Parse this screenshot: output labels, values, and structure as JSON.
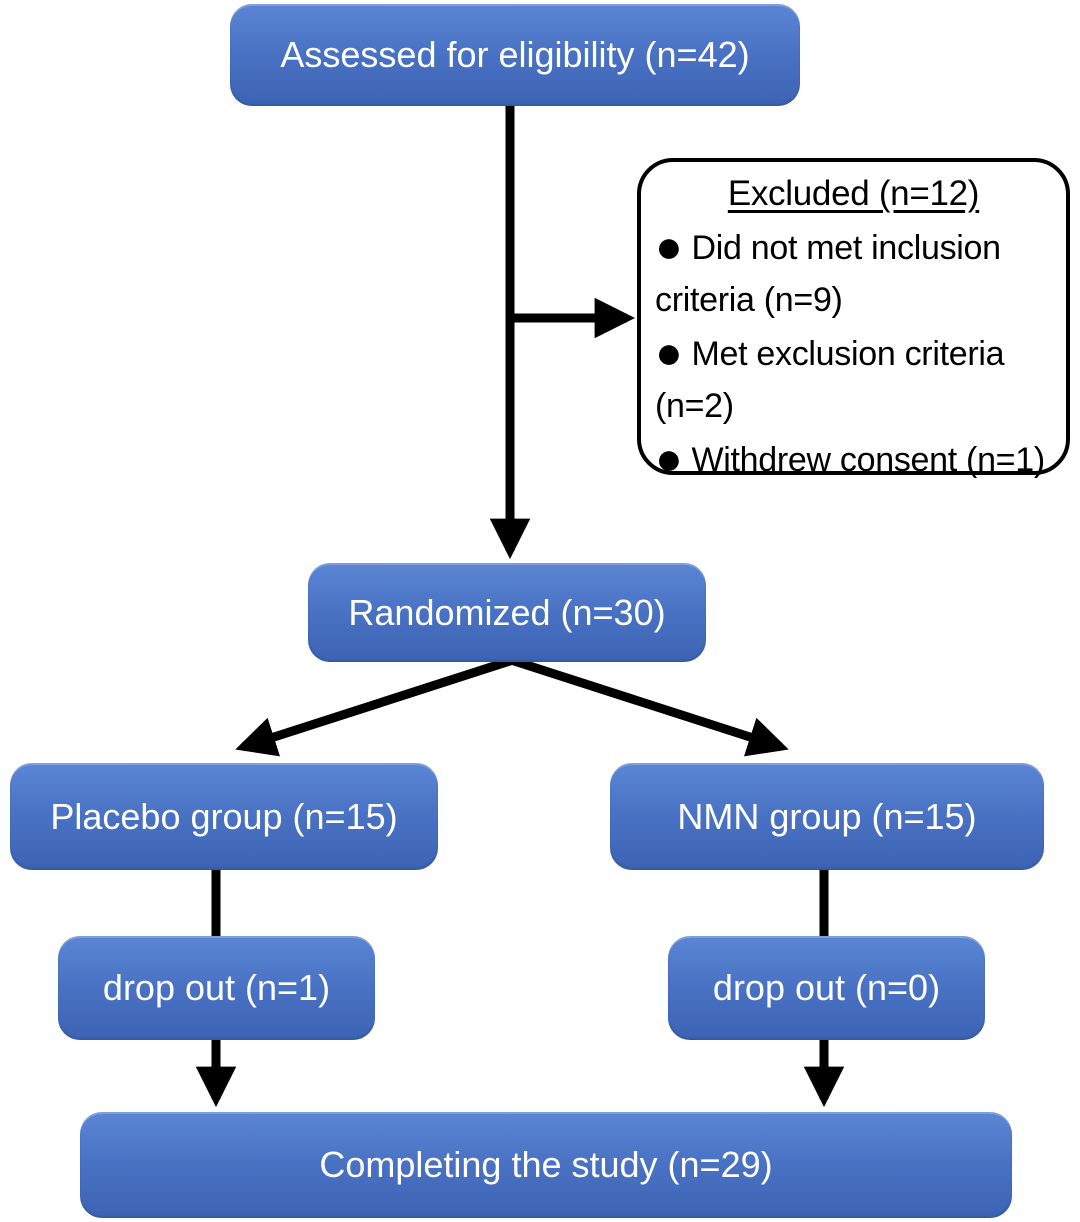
{
  "icons": {
    "bullet": "●"
  },
  "colors": {
    "background": "#ffffff",
    "node_fill_top": "#5b86d4",
    "node_fill_mid": "#4a72c4",
    "node_fill_bottom": "#3c63b3",
    "node_text": "#ffffff",
    "connector": "#000000",
    "excluded_bg": "#ffffff",
    "excluded_border": "#000000",
    "excluded_text": "#000000"
  },
  "diagram": {
    "type": "consort-flowchart",
    "nodes": {
      "assessed": {
        "label": "Assessed for eligibility (n=42)"
      },
      "excluded": {
        "title": "Excluded (n=12)",
        "items": [
          "Did not met inclusion criteria (n=9)",
          "Met exclusion criteria (n=2)",
          "Withdrew consent (n=1)"
        ]
      },
      "randomized": {
        "label": "Randomized (n=30)"
      },
      "placebo_group": {
        "label": "Placebo group (n=15)"
      },
      "nmn_group": {
        "label": "NMN group (n=15)"
      },
      "dropout_placebo": {
        "label": "drop out (n=1)"
      },
      "dropout_nmn": {
        "label": "drop out (n=0)"
      },
      "completing": {
        "label": "Completing the study (n=29)"
      }
    }
  }
}
